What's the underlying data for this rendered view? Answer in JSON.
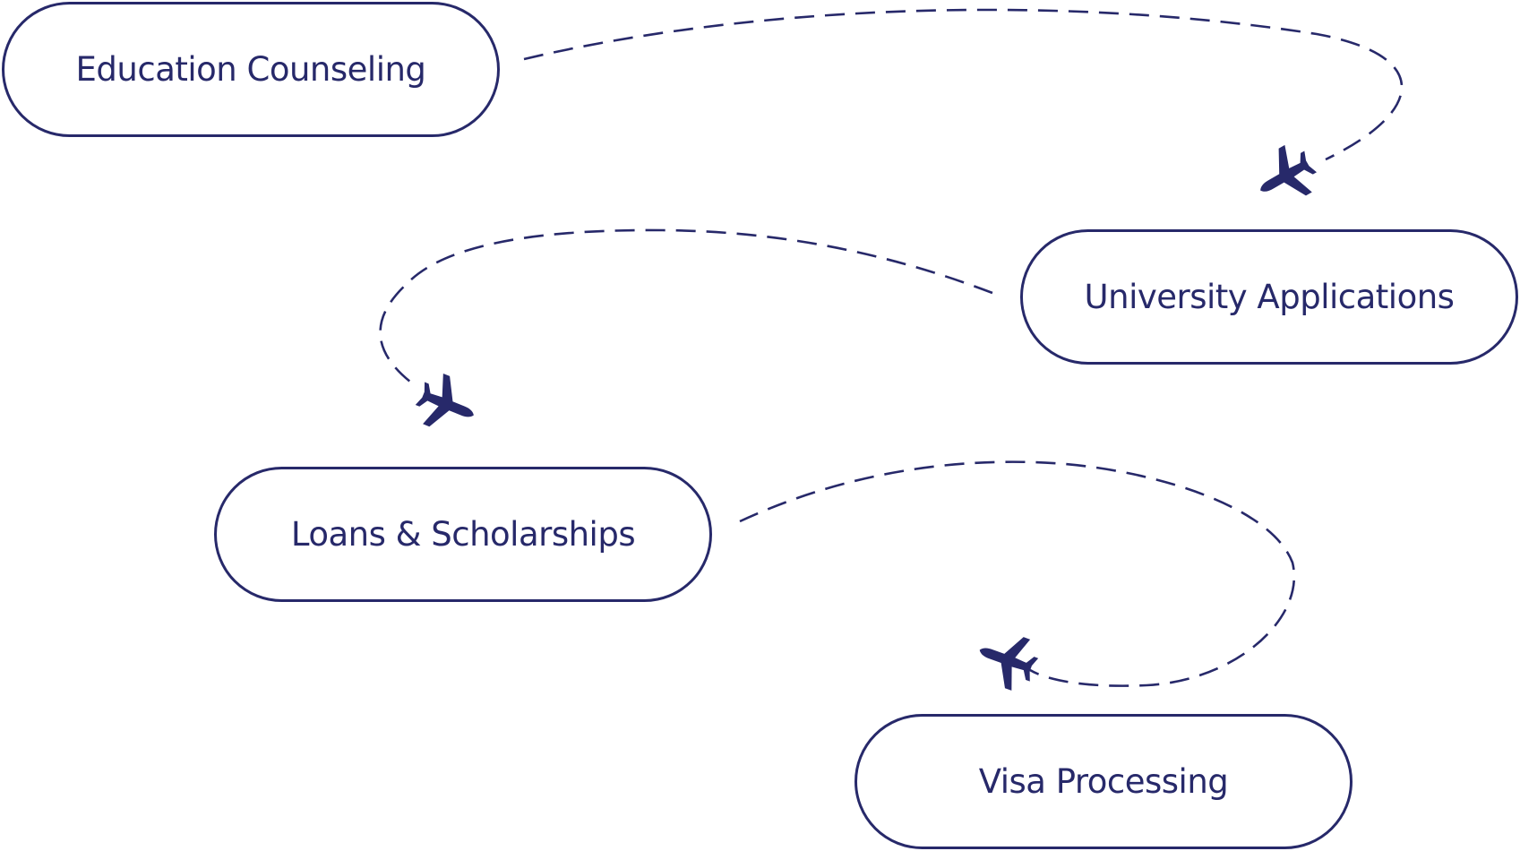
{
  "colors": {
    "ink": "#27296a",
    "background": "#ffffff"
  },
  "steps": [
    {
      "label": "Education Counseling"
    },
    {
      "label": "University Applications"
    },
    {
      "label": "Loans & Scholarships"
    },
    {
      "label": "Visa Processing"
    }
  ],
  "connectors": [
    {
      "style": "dashed",
      "icon": "airplane-icon"
    },
    {
      "style": "dashed",
      "icon": "airplane-icon"
    },
    {
      "style": "dashed",
      "icon": "airplane-icon"
    }
  ]
}
